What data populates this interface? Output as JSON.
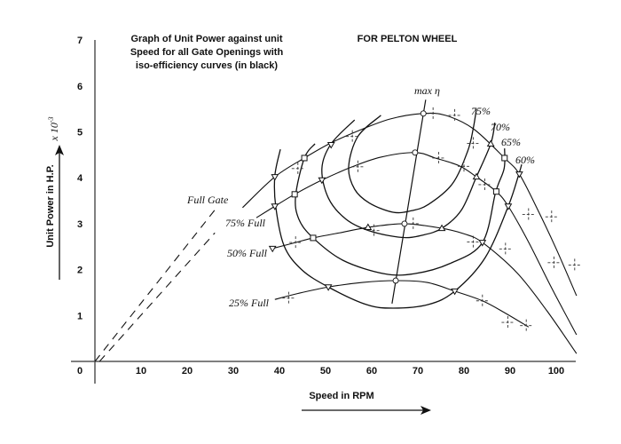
{
  "chart_data": {
    "type": "line",
    "title_lines": [
      "Graph of Unit Power against unit",
      "Speed for all Gate Openings with",
      "iso-efficiency curves (in black)"
    ],
    "subtitle": "FOR PELTON WHEEL",
    "xlabel": "Speed in RPM",
    "ylabel": "Unit Power in H.P.",
    "yscale_note": "x 10",
    "yscale_exp": "-3",
    "xlim": [
      -3,
      105
    ],
    "ylim": [
      -0.5,
      7
    ],
    "origin_label": "0",
    "xticks": [
      10,
      20,
      30,
      40,
      50,
      60,
      70,
      80,
      90,
      100
    ],
    "yticks": [
      1,
      2,
      3,
      4,
      5,
      6,
      7
    ],
    "grid": false,
    "gate_curves": [
      {
        "name": "Full Gate",
        "dashed": [
          [
            0,
            0
          ],
          [
            26,
            3.3
          ]
        ],
        "points": [
          [
            32,
            3.35
          ],
          [
            39,
            4.02
          ],
          [
            45.4,
            4.43
          ],
          [
            51,
            4.75
          ],
          [
            57,
            5.02
          ],
          [
            64,
            5.28
          ],
          [
            71,
            5.4
          ],
          [
            76,
            5.36
          ],
          [
            82,
            5.07
          ],
          [
            88.8,
            4.43
          ],
          [
            92,
            4.08
          ],
          [
            96,
            3.3
          ],
          [
            100,
            2.45
          ],
          [
            104.4,
            1.43
          ]
        ]
      },
      {
        "name": "75% Full",
        "dashed": [
          [
            1,
            0
          ],
          [
            26,
            2.8
          ]
        ],
        "points": [
          [
            35,
            3.13
          ],
          [
            39,
            3.38
          ],
          [
            43.3,
            3.64
          ],
          [
            49.2,
            3.95
          ],
          [
            55.8,
            4.24
          ],
          [
            62,
            4.45
          ],
          [
            69.4,
            4.55
          ],
          [
            73.8,
            4.43
          ],
          [
            79,
            4.26
          ],
          [
            82.7,
            4.02
          ],
          [
            87,
            3.7
          ],
          [
            89.6,
            3.38
          ],
          [
            94,
            2.6
          ],
          [
            99,
            1.6
          ],
          [
            104.4,
            0.58
          ]
        ]
      },
      {
        "name": "50% Full",
        "points": [
          [
            38.5,
            2.46
          ],
          [
            43.5,
            2.59
          ],
          [
            47.3,
            2.69
          ],
          [
            53,
            2.8
          ],
          [
            59.2,
            2.92
          ],
          [
            67.1,
            3.0
          ],
          [
            75.2,
            2.9
          ],
          [
            80,
            2.78
          ],
          [
            84,
            2.59
          ],
          [
            91.5,
            1.93
          ],
          [
            98,
            1.1
          ],
          [
            104.4,
            0.17
          ]
        ]
      },
      {
        "name": "25% Full",
        "points": [
          [
            39,
            1.35
          ],
          [
            44,
            1.48
          ],
          [
            50.6,
            1.62
          ],
          [
            58,
            1.72
          ],
          [
            65.2,
            1.76
          ],
          [
            72,
            1.72
          ],
          [
            78,
            1.53
          ],
          [
            84,
            1.32
          ],
          [
            89,
            1.05
          ],
          [
            94,
            0.75
          ]
        ]
      }
    ],
    "efficiency_curves": [
      {
        "name": "75%",
        "points": [
          [
            62,
            5.36
          ],
          [
            57,
            4.9
          ],
          [
            55,
            4.24
          ],
          [
            56.3,
            3.75
          ],
          [
            59.5,
            3.45
          ],
          [
            64.6,
            3.25
          ],
          [
            68.5,
            3.28
          ],
          [
            72.3,
            3.42
          ],
          [
            77.5,
            3.87
          ],
          [
            80.8,
            4.58
          ],
          [
            82,
            5.07
          ],
          [
            82.7,
            5.5
          ]
        ]
      },
      {
        "name": "70%",
        "points": [
          [
            56.3,
            5.26
          ],
          [
            51.2,
            4.74
          ],
          [
            49.2,
            4.2
          ],
          [
            50.6,
            3.56
          ],
          [
            54.4,
            3.1
          ],
          [
            59.6,
            2.84
          ],
          [
            66.5,
            2.7
          ],
          [
            71,
            2.75
          ],
          [
            75.2,
            2.9
          ],
          [
            79.4,
            3.29
          ],
          [
            82.7,
            4.02
          ],
          [
            85.8,
            4.74
          ],
          [
            86.7,
            5.2
          ]
        ]
      },
      {
        "name": "65%",
        "points": [
          [
            47.7,
            4.74
          ],
          [
            45.4,
            4.43
          ],
          [
            43.5,
            3.6
          ],
          [
            44.2,
            3.1
          ],
          [
            47.3,
            2.69
          ],
          [
            53.8,
            2.2
          ],
          [
            62.7,
            1.91
          ],
          [
            69.2,
            1.91
          ],
          [
            76.9,
            2.13
          ],
          [
            84,
            2.59
          ],
          [
            86.9,
            3.7
          ],
          [
            88.7,
            4.2
          ],
          [
            88.8,
            4.64
          ]
        ]
      },
      {
        "name": "60%",
        "points": [
          [
            40.2,
            4.62
          ],
          [
            39,
            4.04
          ],
          [
            39.2,
            3.37
          ],
          [
            41,
            2.52
          ],
          [
            44.8,
            2.0
          ],
          [
            50.6,
            1.62
          ],
          [
            58.8,
            1.24
          ],
          [
            64.6,
            1.16
          ],
          [
            72.3,
            1.24
          ],
          [
            78,
            1.53
          ],
          [
            84.6,
            2.26
          ],
          [
            89.6,
            3.38
          ],
          [
            91.9,
            4.08
          ],
          [
            92.5,
            4.29
          ]
        ]
      }
    ],
    "max_efficiency_line": {
      "name": "max η",
      "points": [
        [
          64.4,
          1.26
        ],
        [
          71.7,
          5.7
        ]
      ]
    },
    "markers": {
      "circle": [
        [
          71.2,
          5.4
        ],
        [
          69.4,
          4.55
        ],
        [
          67.1,
          3.0
        ],
        [
          65.2,
          1.76
        ]
      ],
      "triangle_down": [
        [
          39,
          4.02
        ],
        [
          39,
          3.38
        ],
        [
          38.5,
          2.46
        ],
        [
          50.6,
          1.62
        ],
        [
          51.2,
          4.72
        ],
        [
          49.2,
          3.95
        ],
        [
          92,
          4.08
        ],
        [
          89.6,
          3.38
        ],
        [
          84,
          2.59
        ],
        [
          78,
          1.53
        ]
      ],
      "triangle_up": [
        [
          59.2,
          2.92
        ],
        [
          75.2,
          2.9
        ],
        [
          82.7,
          4.02
        ],
        [
          85.8,
          4.74
        ]
      ],
      "square": [
        [
          45.4,
          4.43
        ],
        [
          43.3,
          3.64
        ],
        [
          47.3,
          2.69
        ],
        [
          88.8,
          4.43
        ],
        [
          87,
          3.7
        ]
      ],
      "cross": [
        [
          44,
          4.2
        ],
        [
          55.8,
          4.9
        ],
        [
          57,
          4.24
        ],
        [
          73.3,
          5.4
        ],
        [
          78,
          5.36
        ],
        [
          82,
          4.75
        ],
        [
          74.5,
          4.43
        ],
        [
          80,
          4.25
        ],
        [
          84.5,
          3.85
        ],
        [
          69,
          3.0
        ],
        [
          60.5,
          2.85
        ],
        [
          43.5,
          2.59
        ],
        [
          42,
          1.38
        ],
        [
          84,
          1.32
        ],
        [
          82,
          2.6
        ],
        [
          89,
          2.45
        ],
        [
          94,
          3.2
        ],
        [
          99,
          3.15
        ],
        [
          99.5,
          2.15
        ],
        [
          104,
          2.1
        ],
        [
          89.5,
          0.85
        ],
        [
          93.5,
          0.78
        ]
      ]
    }
  }
}
